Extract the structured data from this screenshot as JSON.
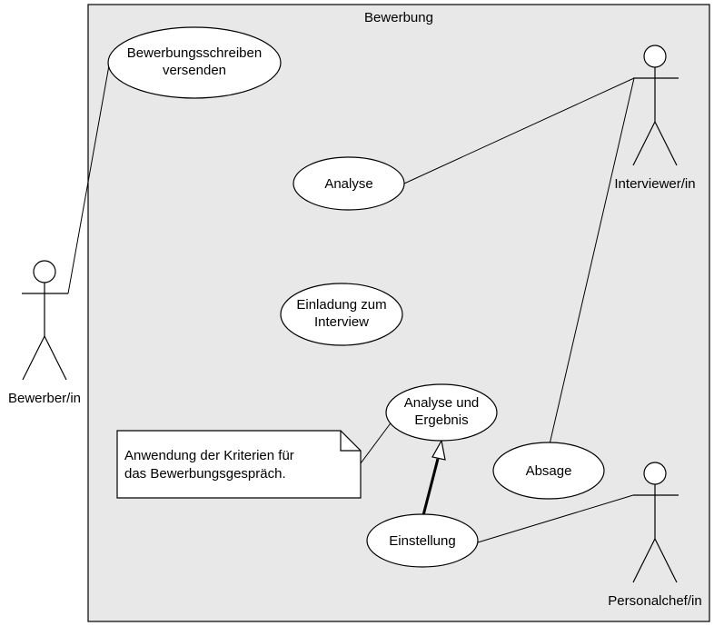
{
  "diagram": {
    "type": "uml-use-case",
    "system": {
      "title": "Bewerbung"
    },
    "actors": [
      {
        "id": "bewerber",
        "label": "Bewerber/in"
      },
      {
        "id": "interviewer",
        "label": "Interviewer/in"
      },
      {
        "id": "personalchef",
        "label": "Personalchef/in"
      }
    ],
    "use_cases": [
      {
        "id": "versenden",
        "lines": [
          "Bewerbungsschreiben",
          "versenden"
        ]
      },
      {
        "id": "analyse",
        "lines": [
          "Analyse"
        ]
      },
      {
        "id": "einladung",
        "lines": [
          "Einladung zum",
          "Interview"
        ]
      },
      {
        "id": "ergebnis",
        "lines": [
          "Analyse und",
          "Ergebnis"
        ]
      },
      {
        "id": "absage",
        "lines": [
          "Absage"
        ]
      },
      {
        "id": "einstellung",
        "lines": [
          "Einstellung"
        ]
      }
    ],
    "note": {
      "lines": [
        "Anwendung der Kriterien für",
        "das Bewerbungsgespräch."
      ]
    },
    "associations": [
      {
        "from": "bewerber",
        "to": "versenden"
      },
      {
        "from": "interviewer",
        "to": "analyse"
      },
      {
        "from": "interviewer",
        "to": "absage"
      },
      {
        "from": "personalchef",
        "to": "einstellung"
      }
    ],
    "generalizations": [
      {
        "from": "einstellung",
        "to": "ergebnis"
      }
    ],
    "note_links": [
      {
        "note": "note",
        "to": "ergebnis"
      }
    ],
    "colors": {
      "system_fill": "#e8e8e8",
      "stroke": "#000000",
      "use_case_fill": "#ffffff",
      "note_fill": "#ffffff"
    }
  }
}
